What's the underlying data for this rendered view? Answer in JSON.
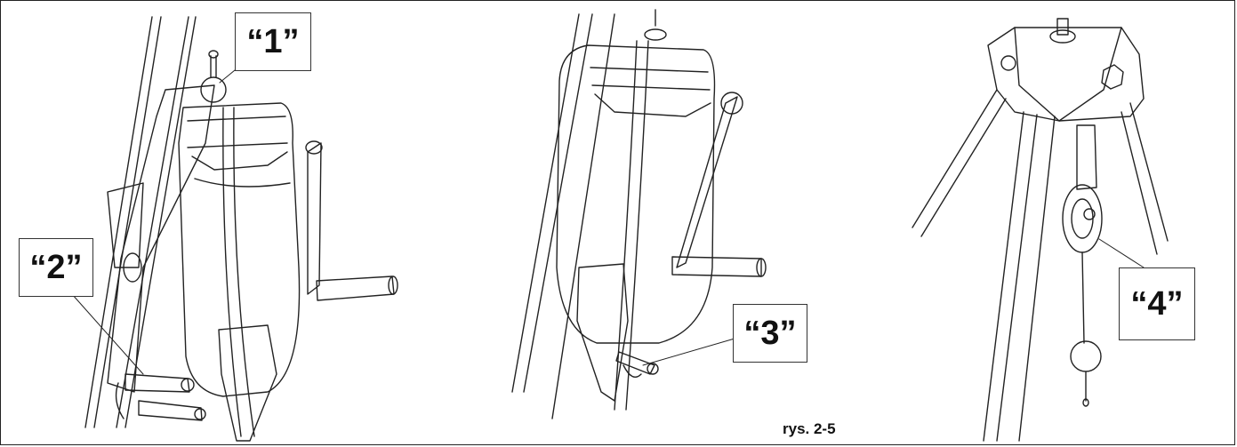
{
  "figure": {
    "caption": "rys. 2-5",
    "callouts": [
      "“1”",
      "“2”",
      "“3”",
      "“4”"
    ],
    "line_color": "#222222"
  }
}
